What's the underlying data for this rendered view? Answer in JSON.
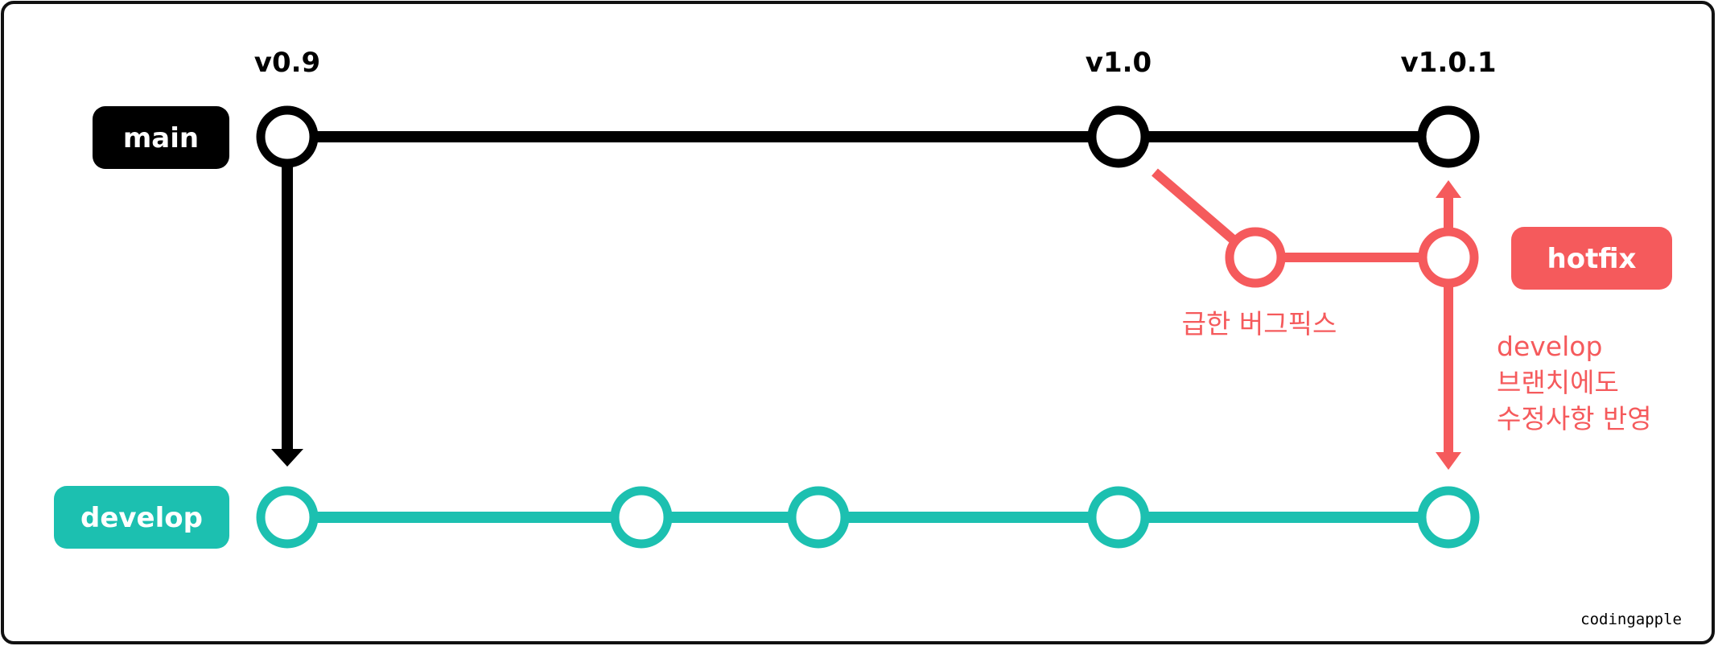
{
  "branches": {
    "main": {
      "label": "main",
      "color": "#000000"
    },
    "develop": {
      "label": "develop",
      "color": "#1cc0b0"
    },
    "hotfix": {
      "label": "hotfix",
      "color": "#f55a5c"
    }
  },
  "versions": {
    "v09": "v0.9",
    "v10": "v1.0",
    "v101": "v1.0.1"
  },
  "notes": {
    "hotfix_commit": "급한 버그픽스",
    "develop_reflect": [
      "develop",
      "브랜치에도",
      "수정사항 반영"
    ]
  },
  "watermark": "codingapple",
  "colors": {
    "background": "#ffffff",
    "frame": "#111111"
  }
}
